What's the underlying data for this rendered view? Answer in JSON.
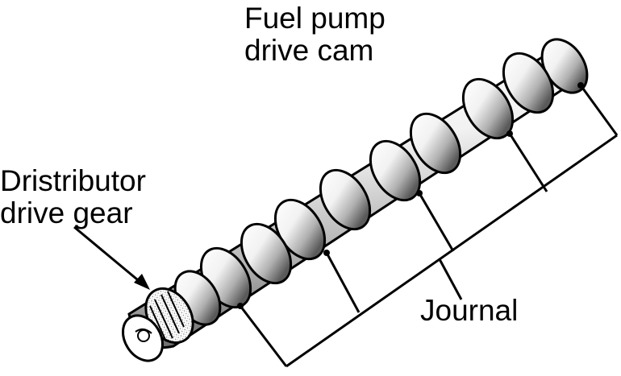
{
  "labels": {
    "fuel_pump": {
      "line1": "Fuel pump",
      "line2": "drive cam"
    },
    "distributor": {
      "line1": "Dristributor",
      "line2": "drive gear"
    },
    "journal": "Journal"
  },
  "colors": {
    "ink": "#000000",
    "paper": "#ffffff",
    "shade": "#8a8a8a"
  }
}
